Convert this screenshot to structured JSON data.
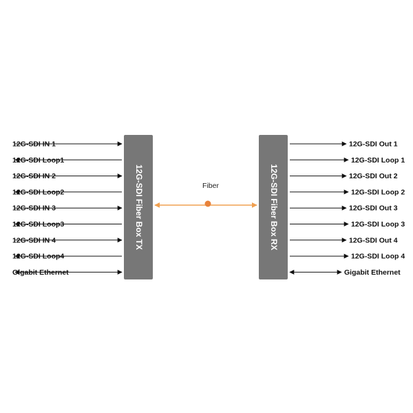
{
  "tx_box": {
    "label": "12G-SDI Fiber Box TX",
    "color": "#777777"
  },
  "rx_box": {
    "label": "12G-SDI Fiber Box RX",
    "color": "#777777"
  },
  "fiber": {
    "label": "Fiber",
    "color": "#F0A050",
    "node_color": "#E8823A"
  },
  "tx_ports": [
    {
      "label": "12G-SDI IN 1",
      "dir": "in"
    },
    {
      "label": "12G-SDI Loop1",
      "dir": "out"
    },
    {
      "label": "12G-SDI IN 2",
      "dir": "in"
    },
    {
      "label": "12G-SDI Loop2",
      "dir": "out"
    },
    {
      "label": "12G-SDI IN 3",
      "dir": "in"
    },
    {
      "label": "12G-SDI Loop3",
      "dir": "out"
    },
    {
      "label": "12G-SDI IN 4",
      "dir": "in"
    },
    {
      "label": "12G-SDI Loop4",
      "dir": "out"
    },
    {
      "label": "Gigabit Ethernet",
      "dir": "both"
    }
  ],
  "rx_ports": [
    {
      "label": "12G-SDI Out 1",
      "dir": "out"
    },
    {
      "label": "12G-SDI Loop 1",
      "dir": "out"
    },
    {
      "label": "12G-SDI Out 2",
      "dir": "out"
    },
    {
      "label": "12G-SDI Loop 2",
      "dir": "out"
    },
    {
      "label": "12G-SDI Out 3",
      "dir": "out"
    },
    {
      "label": "12G-SDI Loop 3",
      "dir": "out"
    },
    {
      "label": "12G-SDI Out 4",
      "dir": "out"
    },
    {
      "label": "12G-SDI Loop 4",
      "dir": "out"
    },
    {
      "label": "Gigabit Ethernet",
      "dir": "both"
    }
  ]
}
